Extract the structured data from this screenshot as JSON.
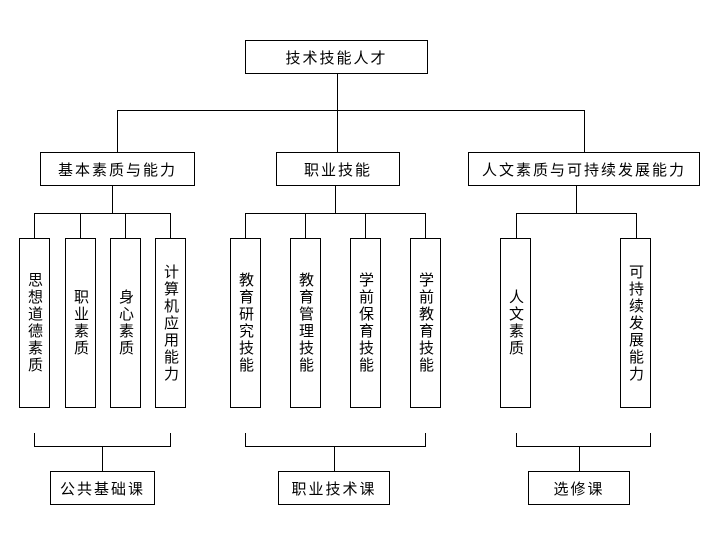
{
  "page": {
    "background_color": "#ffffff",
    "line_color": "#000000",
    "text_color": "#000000"
  },
  "root": {
    "label": "技术技能人才"
  },
  "groups": [
    {
      "category": "基本素质与能力",
      "items": [
        "思想道德素质",
        "职业素质",
        "身心素质",
        "计算机应用能力"
      ],
      "course": "公共基础课"
    },
    {
      "category": "职业技能",
      "items": [
        "教育研究技能",
        "教育管理技能",
        "学前保育技能",
        "学前教育技能"
      ],
      "course": "职业技术课"
    },
    {
      "category": "人文素质与可持续发展能力",
      "items": [
        "人文素质",
        "可持续发展能力"
      ],
      "course": "选修课"
    }
  ]
}
